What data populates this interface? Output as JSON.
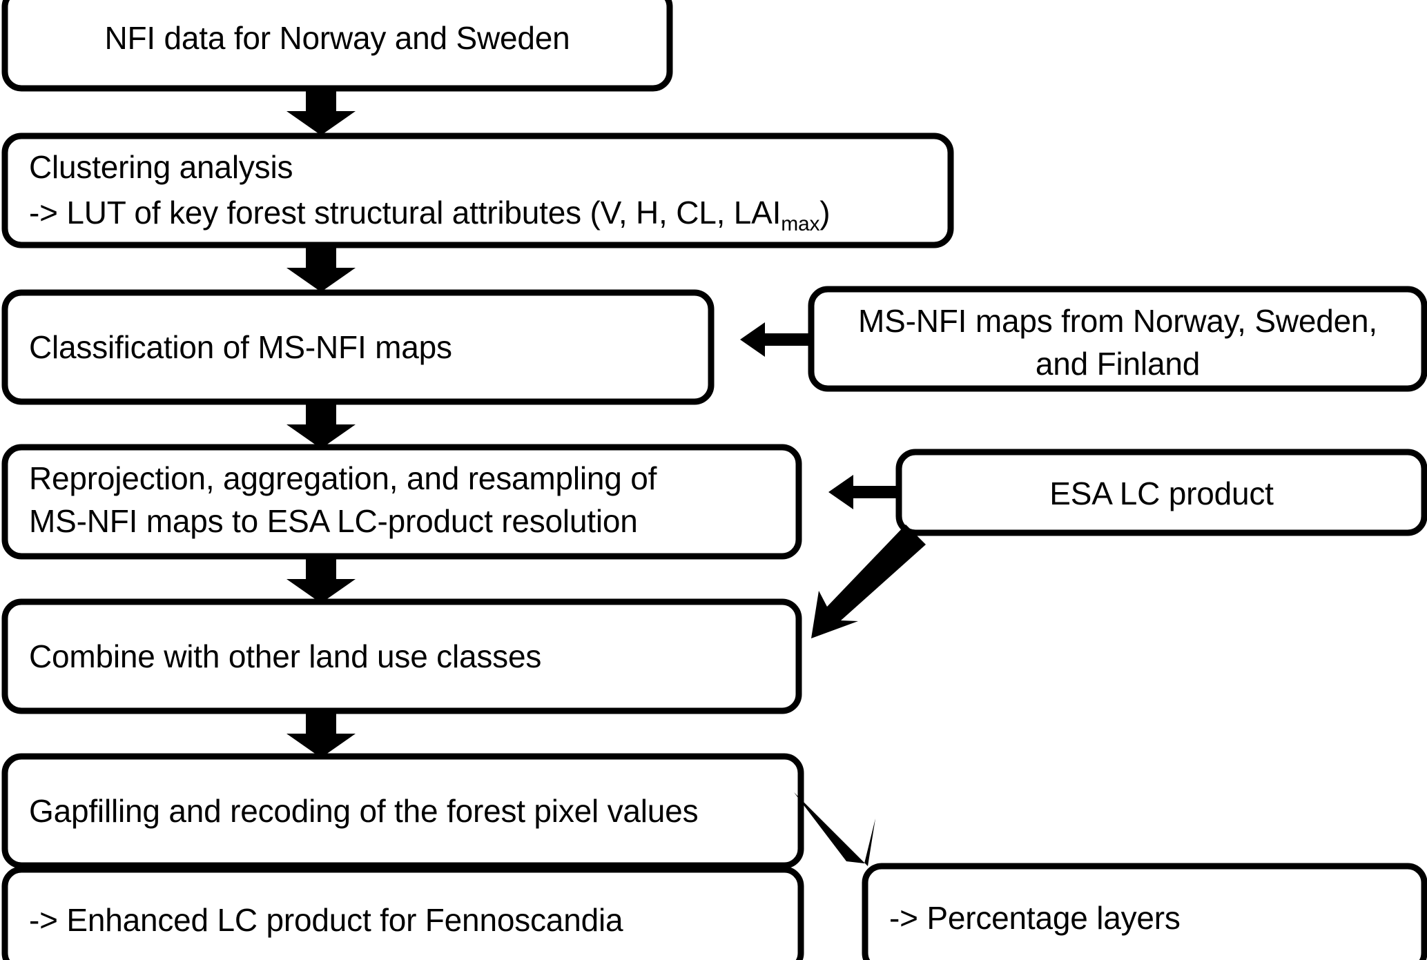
{
  "diagram": {
    "title": "Flowchart of enhanced land cover product generation for Fennoscandia",
    "background_color": "#ffffff",
    "line_color": "#000000",
    "text_color": "#000000",
    "nodes": [
      {
        "id": "nfi-data",
        "label": "NFI data for Norway and Sweden",
        "align": "center"
      },
      {
        "id": "clustering",
        "line1": "Clustering analysis",
        "line2_pre": "-> LUT of key forest structural attributes (V, H, CL, LAI",
        "line2_sub": "max",
        "line2_post": ")",
        "align": "left"
      },
      {
        "id": "classification",
        "label": "Classification of MS-NFI maps",
        "align": "left"
      },
      {
        "id": "ms-nfi-maps",
        "line1": "MS-NFI maps from Norway, Sweden,",
        "line2": "and Finland",
        "align": "center"
      },
      {
        "id": "reprojection",
        "line1": "Reprojection, aggregation, and resampling of",
        "line2": "MS-NFI maps to ESA LC-product resolution",
        "align": "left"
      },
      {
        "id": "esa-lc-product",
        "label": "ESA LC product",
        "align": "center"
      },
      {
        "id": "combine",
        "label": "Combine with other land use classes",
        "align": "left"
      },
      {
        "id": "gapfilling",
        "label": "Gapfilling and recoding of the forest pixel values",
        "align": "left"
      },
      {
        "id": "enhanced-lc",
        "label": "-> Enhanced LC product for Fennoscandia",
        "align": "left"
      },
      {
        "id": "percentage-layers",
        "label": "-> Percentage layers",
        "align": "left"
      }
    ],
    "connectors": [
      {
        "id": "arrow-nfi-to-clustering",
        "kind": "block-arrow-down"
      },
      {
        "id": "arrow-clustering-to-classification",
        "kind": "block-arrow-down"
      },
      {
        "id": "arrow-msnfi-to-classification",
        "kind": "block-arrow-left"
      },
      {
        "id": "arrow-classification-to-reprojection",
        "kind": "block-arrow-down"
      },
      {
        "id": "arrow-esa-to-reprojection",
        "kind": "block-arrow-left"
      },
      {
        "id": "arrow-reprojection-to-combine",
        "kind": "block-arrow-down"
      },
      {
        "id": "arrow-esa-to-combine",
        "kind": "diagonal-arrow-down-left"
      },
      {
        "id": "arrow-combine-to-gapfilling",
        "kind": "block-arrow-down"
      },
      {
        "id": "arrow-gapfilling-to-enhanced",
        "kind": "block-arrow-down"
      },
      {
        "id": "arrow-gapfilling-to-percentage",
        "kind": "diagonal-arrow-down-right"
      }
    ]
  }
}
